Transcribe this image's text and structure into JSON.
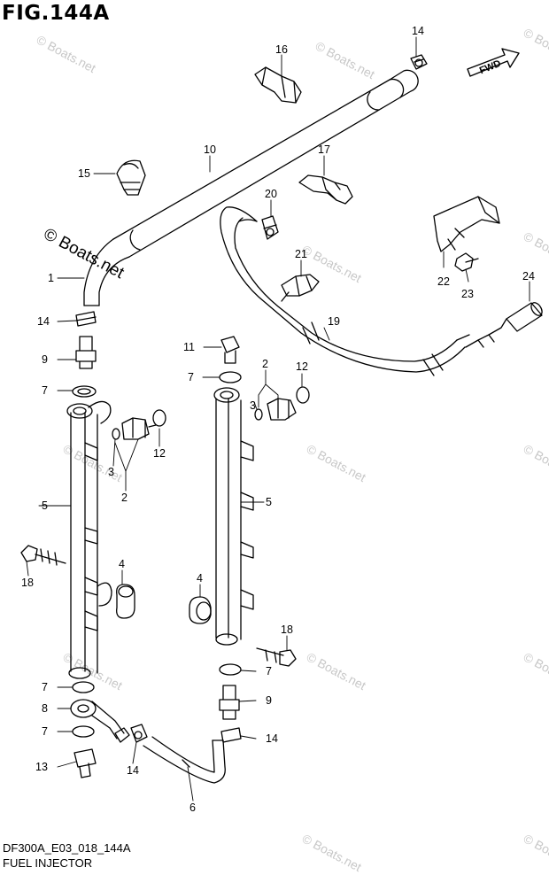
{
  "figure": {
    "title": "FIG.144A",
    "code": "DF300A_E03_018_144A",
    "name": "FUEL INJECTOR",
    "fwd_label": "FWD",
    "watermark": "© Boats.net"
  },
  "callouts": [
    "14",
    "16",
    "10",
    "15",
    "17",
    "20",
    "21",
    "22",
    "23",
    "24",
    "19",
    "1",
    "14",
    "9",
    "11",
    "7",
    "2",
    "12",
    "7",
    "3",
    "12",
    "3",
    "2",
    "5",
    "5",
    "4",
    "18",
    "4",
    "18",
    "7",
    "7",
    "8",
    "9",
    "7",
    "14",
    "13",
    "14",
    "6"
  ]
}
